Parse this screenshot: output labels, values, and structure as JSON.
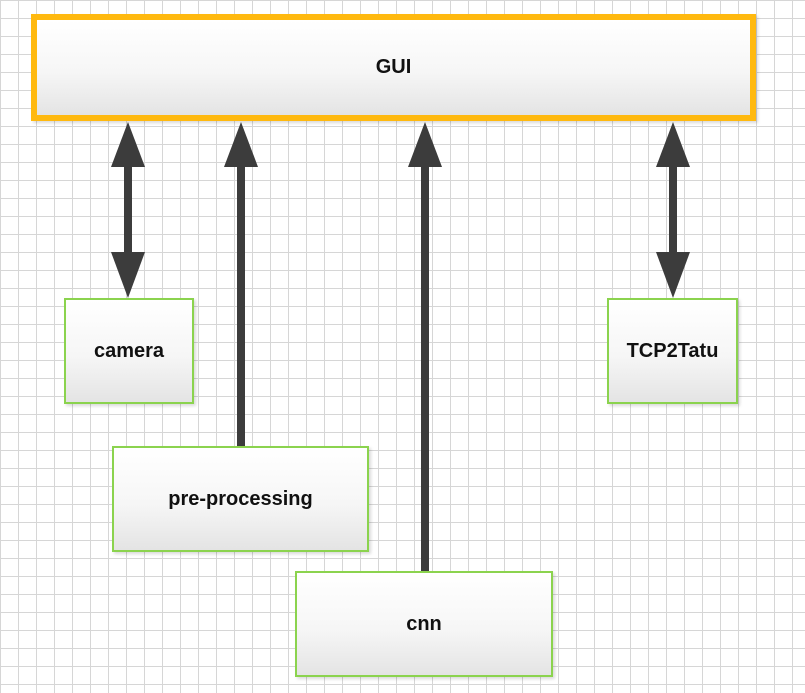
{
  "nodes": {
    "gui": "GUI",
    "camera": "camera",
    "tcp2tatu": "TCP2Tatu",
    "preprocessing": "pre-processing",
    "cnn": "cnn"
  },
  "colors": {
    "gui_border": "#FFB90F",
    "module_border": "#8BD34E",
    "arrow": "#3C3C3C",
    "grid": "#D6D6D6"
  },
  "edges": [
    {
      "from": "camera",
      "to": "gui",
      "direction": "bidirectional"
    },
    {
      "from": "preprocessing",
      "to": "gui",
      "direction": "forward"
    },
    {
      "from": "cnn",
      "to": "gui",
      "direction": "forward"
    },
    {
      "from": "tcp2tatu",
      "to": "gui",
      "direction": "bidirectional"
    }
  ]
}
